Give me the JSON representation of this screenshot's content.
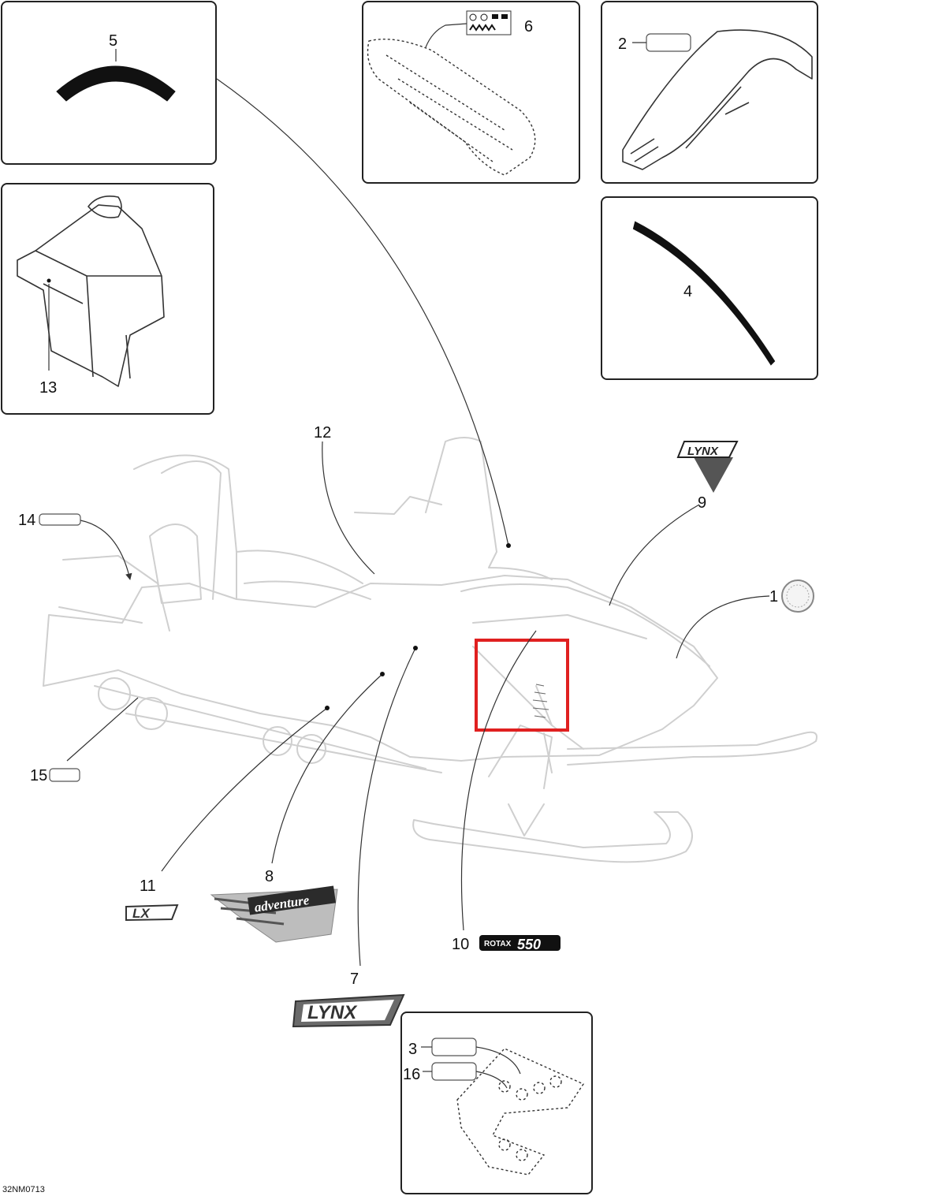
{
  "diagram": {
    "reference_code": "32NM0713",
    "highlight_color": "#e02020",
    "callouts": [
      "1",
      "2",
      "3",
      "4",
      "5",
      "6",
      "7",
      "8",
      "9",
      "10",
      "11",
      "12",
      "13",
      "14",
      "15",
      "16"
    ],
    "decals": {
      "lynx_logo": "LYNX",
      "adventure_logo": "adventure",
      "lx_logo": "LX",
      "rotax_word": "ROTAX",
      "rotax_number": "550"
    }
  }
}
